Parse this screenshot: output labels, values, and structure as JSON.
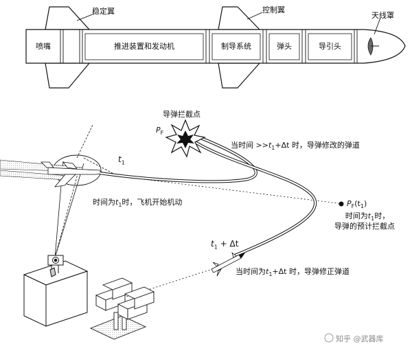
{
  "missile": {
    "sections": [
      "喷嘴",
      "推进装置和发动机",
      "制导系统",
      "弹头",
      "导引头"
    ],
    "labels": {
      "stabilizer": "稳定翼",
      "control_fins": "控制翼",
      "radome": "天线罩"
    }
  },
  "scenario": {
    "intercept_point": "导弹拦截点",
    "intercept_symbol": "P",
    "intercept_sub": "F",
    "time_t1": "t",
    "time_t1_sub": "1",
    "time_t1_dt": "t",
    "time_t1_dt_sub": "1",
    "time_t1_dt_tail": " + Δt",
    "aircraft_maneuver_pre": "时间为",
    "aircraft_maneuver_t": "t",
    "aircraft_maneuver_sub": "1",
    "aircraft_maneuver_post": "时，飞机开始机动",
    "modified_path_pre": "当时间 >>",
    "modified_path_t": "t",
    "modified_path_sub": "1",
    "modified_path_post": "+Δt 时，导弹修改的弹道",
    "predicted_point_symbol": "P",
    "predicted_point_sub": "F",
    "predicted_point_arg": "(t",
    "predicted_point_arg_sub": "1",
    "predicted_point_arg_end": ")",
    "predicted_line1_pre": "时间为",
    "predicted_line1_t": "t",
    "predicted_line1_sub": "1",
    "predicted_line1_post": "时，",
    "predicted_line2": "导弹的预计拦截点",
    "corrected_path_pre": "当时间为",
    "corrected_path_t": "t",
    "corrected_path_sub": "1",
    "corrected_path_post": "+Δt 时，导弹修正弹道"
  },
  "watermark": "知乎 @武器库",
  "colors": {
    "line": "#111111",
    "fill_grey": "#d9d9d9",
    "shadow": "#9a9a9a"
  }
}
